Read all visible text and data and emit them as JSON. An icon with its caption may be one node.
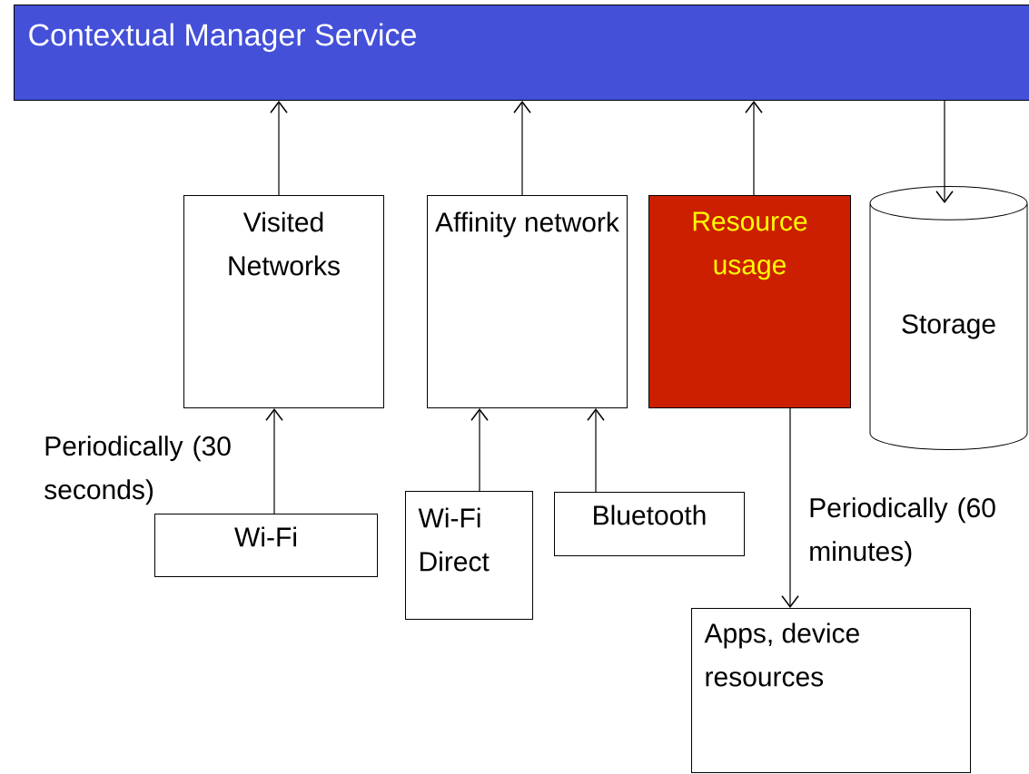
{
  "diagram": {
    "nodes": [
      {
        "text": [
          "Contextual Manager Service"
        ]
      },
      {
        "text": [
          "Visited Networks"
        ]
      },
      {
        "text": [
          "Affinity network"
        ]
      },
      {
        "text": [
          "Resource usage"
        ]
      },
      {
        "text": [
          "Storage"
        ]
      },
      {
        "text": [
          "Wi-Fi"
        ]
      },
      {
        "text": [
          "Wi-Fi Direct"
        ]
      },
      {
        "text": [
          "Bluetooth"
        ]
      },
      {
        "text": [
          "Apps, device resources"
        ]
      }
    ],
    "edges": [
      {
        "from": 1,
        "to": 0,
        "arrow": "to"
      },
      {
        "from": 2,
        "to": 0,
        "arrow": "to"
      },
      {
        "from": 3,
        "to": 0,
        "arrow": "to"
      },
      {
        "from": 0,
        "to": 4,
        "arrow": "to"
      },
      {
        "from": 5,
        "to": 1,
        "arrow": "to",
        "label": "Periodically (30 seconds)"
      },
      {
        "from": 6,
        "to": 2,
        "arrow": "to"
      },
      {
        "from": 7,
        "to": 2,
        "arrow": "to"
      },
      {
        "from": 3,
        "to": 8,
        "arrow": "to",
        "label": "Periodically (60 minutes)"
      }
    ]
  }
}
